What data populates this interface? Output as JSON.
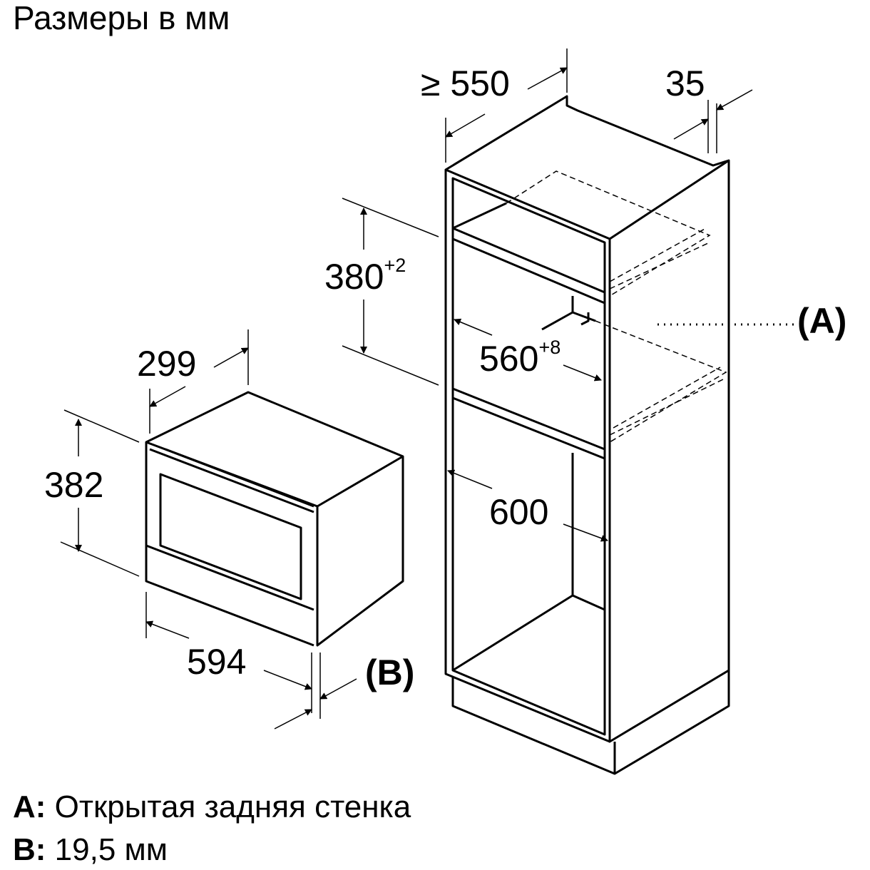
{
  "title": "Размеры в мм",
  "dimensions": {
    "cabinet_depth": "≥ 550",
    "back_gap": "35",
    "niche_height": "380",
    "niche_height_tol": "+2",
    "niche_width": "560",
    "niche_width_tol": "+8",
    "cabinet_width": "600",
    "device_depth": "299",
    "device_height": "382",
    "device_width": "594"
  },
  "callouts": {
    "a": "(A)",
    "b": "(B)"
  },
  "legend": [
    {
      "key": "A:",
      "text": "Открытая задняя стенка"
    },
    {
      "key": "B:",
      "text": "19,5 мм"
    }
  ]
}
